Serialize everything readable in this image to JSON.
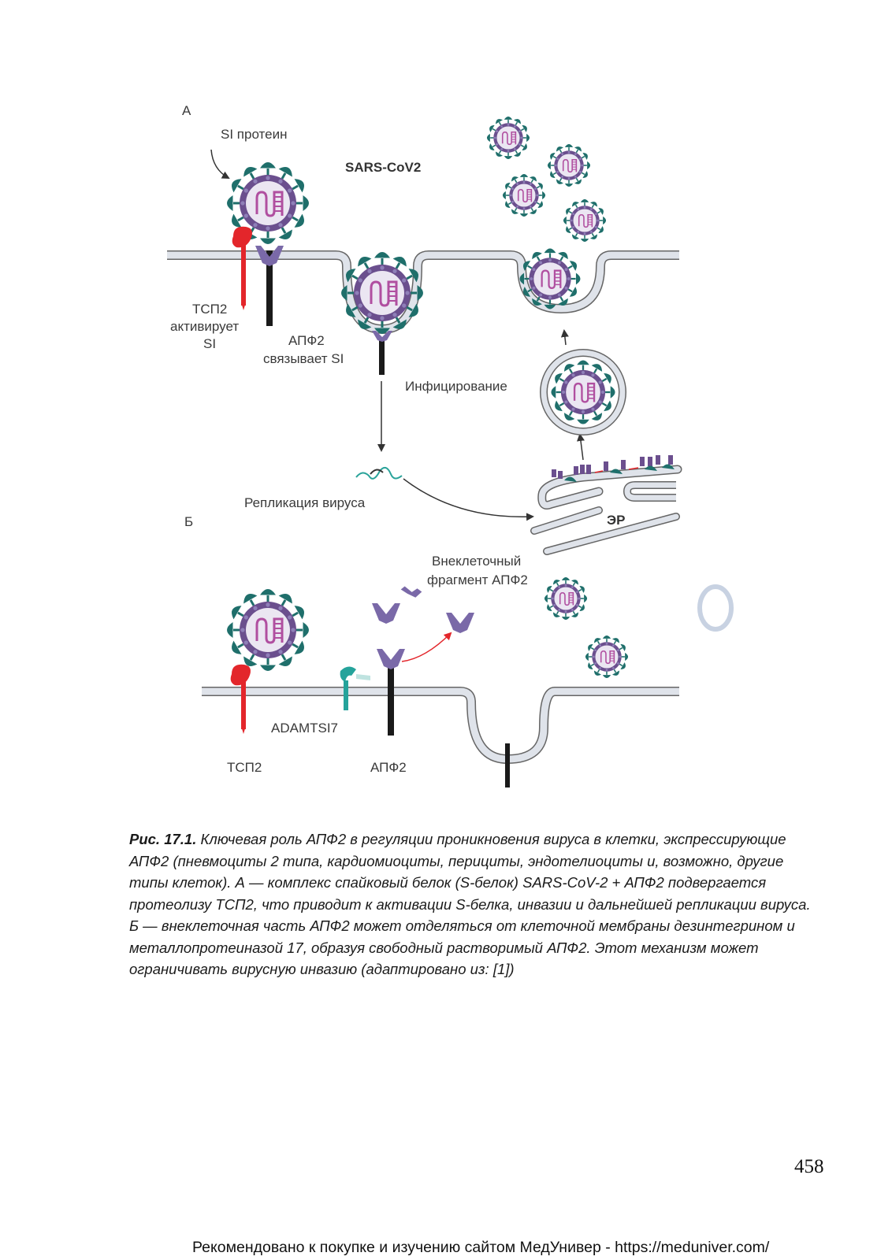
{
  "figure": {
    "panel_a": {
      "letter": "А",
      "s1_protein": "SI протеин",
      "virus_name": "SARS-CoV2",
      "tmprss2_line1": "ТСП2",
      "tmprss2_line2": "активирует",
      "tmprss2_line3": "SI",
      "ace2_line1": "АПФ2",
      "ace2_line2": "связывает SI",
      "infection": "Инфицирование",
      "replication": "Репликация вируса",
      "er": "ЭР"
    },
    "panel_b": {
      "letter": "Б",
      "fragment_line1": "Внеклеточный",
      "fragment_line2": "фрагмент АПФ2",
      "adam17": "ADAMTSI7",
      "tmprss2": "ТСП2",
      "ace2": "АПФ2"
    },
    "colors": {
      "membrane_fill": "#dfe3ea",
      "membrane_stroke": "#666666",
      "virus_core": "#6b4f8e",
      "spike": "#1f6f6b",
      "rna": "#b04fa0",
      "tmprss2": "#e3262b",
      "ace2_head": "#7a69a8",
      "adam17": "#25a39b",
      "arrow_red": "#e3262b"
    }
  },
  "caption": {
    "number": "Рис. 17.1.",
    "text": "Ключевая роль АПФ2 в регуляции проникновения вируса в клетки, экспрессирующие АПФ2 (пневмоциты 2 типа, кардиомиоциты, перициты, эндотелиоциты и, возможно, другие типы клеток). А — комплекс спайковый белок (S-белок) SARS-CoV-2 + АПФ2 подвергается протеолизу ТСП2, что приводит к активации S-белка, инвазии и дальнейшей репликации вируса. Б — внеклеточная часть АПФ2 может отделяться от клеточной мембраны дезинтегрином и металлопротеиназой 17, образуя свободный растворимый АПФ2. Этот механизм может ограничивать вирусную инвазию (адаптировано из: [1])"
  },
  "page_number": "458",
  "footer": "Рекомендовано к покупке и изучению сайтом МедУнивер - https://meduniver.com/"
}
